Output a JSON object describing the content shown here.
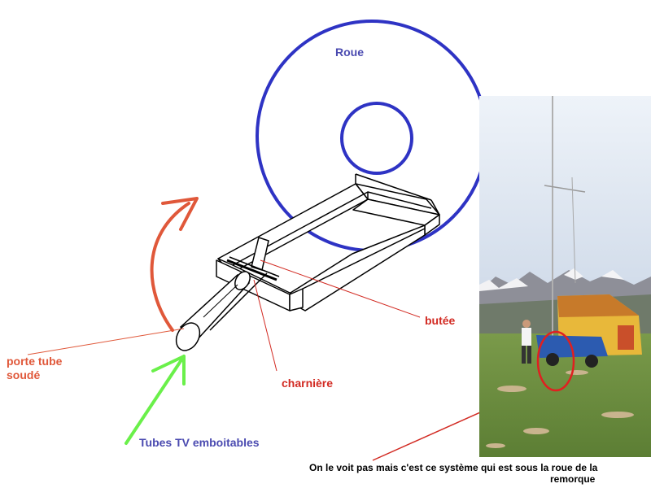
{
  "labels": {
    "roue": "Roue",
    "butee": "butée",
    "charniere": "charnière",
    "porte_tube": "porte tube\nsoudé",
    "tubes_tv": "Tubes TV emboitables",
    "caption_line1": "On le voit pas mais c'est ce système qui est sous la roue de la",
    "caption_line2": "remorque"
  },
  "colors": {
    "wheel_blue": "#2e33c4",
    "label_blue": "#4a4ab0",
    "red": "#d22a22",
    "orange": "#e0583a",
    "green": "#6af04a"
  }
}
